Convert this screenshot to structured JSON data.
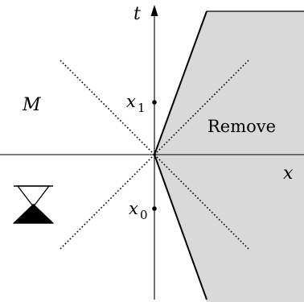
{
  "labels": {
    "time_axis": "t",
    "space_axis": "x",
    "manifold": "M",
    "point_upper": "x",
    "point_upper_sub": "1",
    "point_lower": "x",
    "point_lower_sub": "0",
    "region": "Remove"
  },
  "colors": {
    "region_fill": "#d9d9d9",
    "stroke": "#000000",
    "background": "#ffffff"
  },
  "icons": {
    "hourglass": "hourglass-icon"
  }
}
